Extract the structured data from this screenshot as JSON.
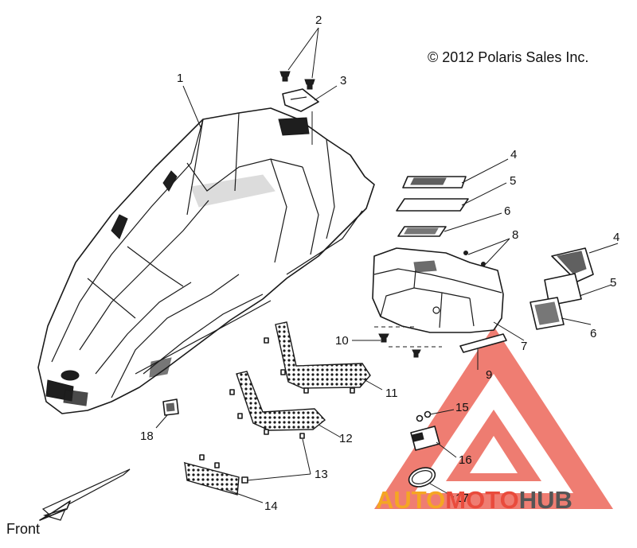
{
  "copyright": "© 2012 Polaris Sales Inc.",
  "front_label": "Front",
  "watermark": {
    "part1": "AUTO",
    "part2": "MOTO",
    "part3": "HUB",
    "color_main": "#f5a623",
    "color_accent": "#e94b3c",
    "color_dark": "#555555"
  },
  "callouts": [
    "1",
    "2",
    "3",
    "4",
    "5",
    "6",
    "7",
    "8",
    "9",
    "10",
    "11",
    "12",
    "13",
    "14",
    "15",
    "16",
    "17",
    "18",
    "4",
    "5",
    "6"
  ]
}
